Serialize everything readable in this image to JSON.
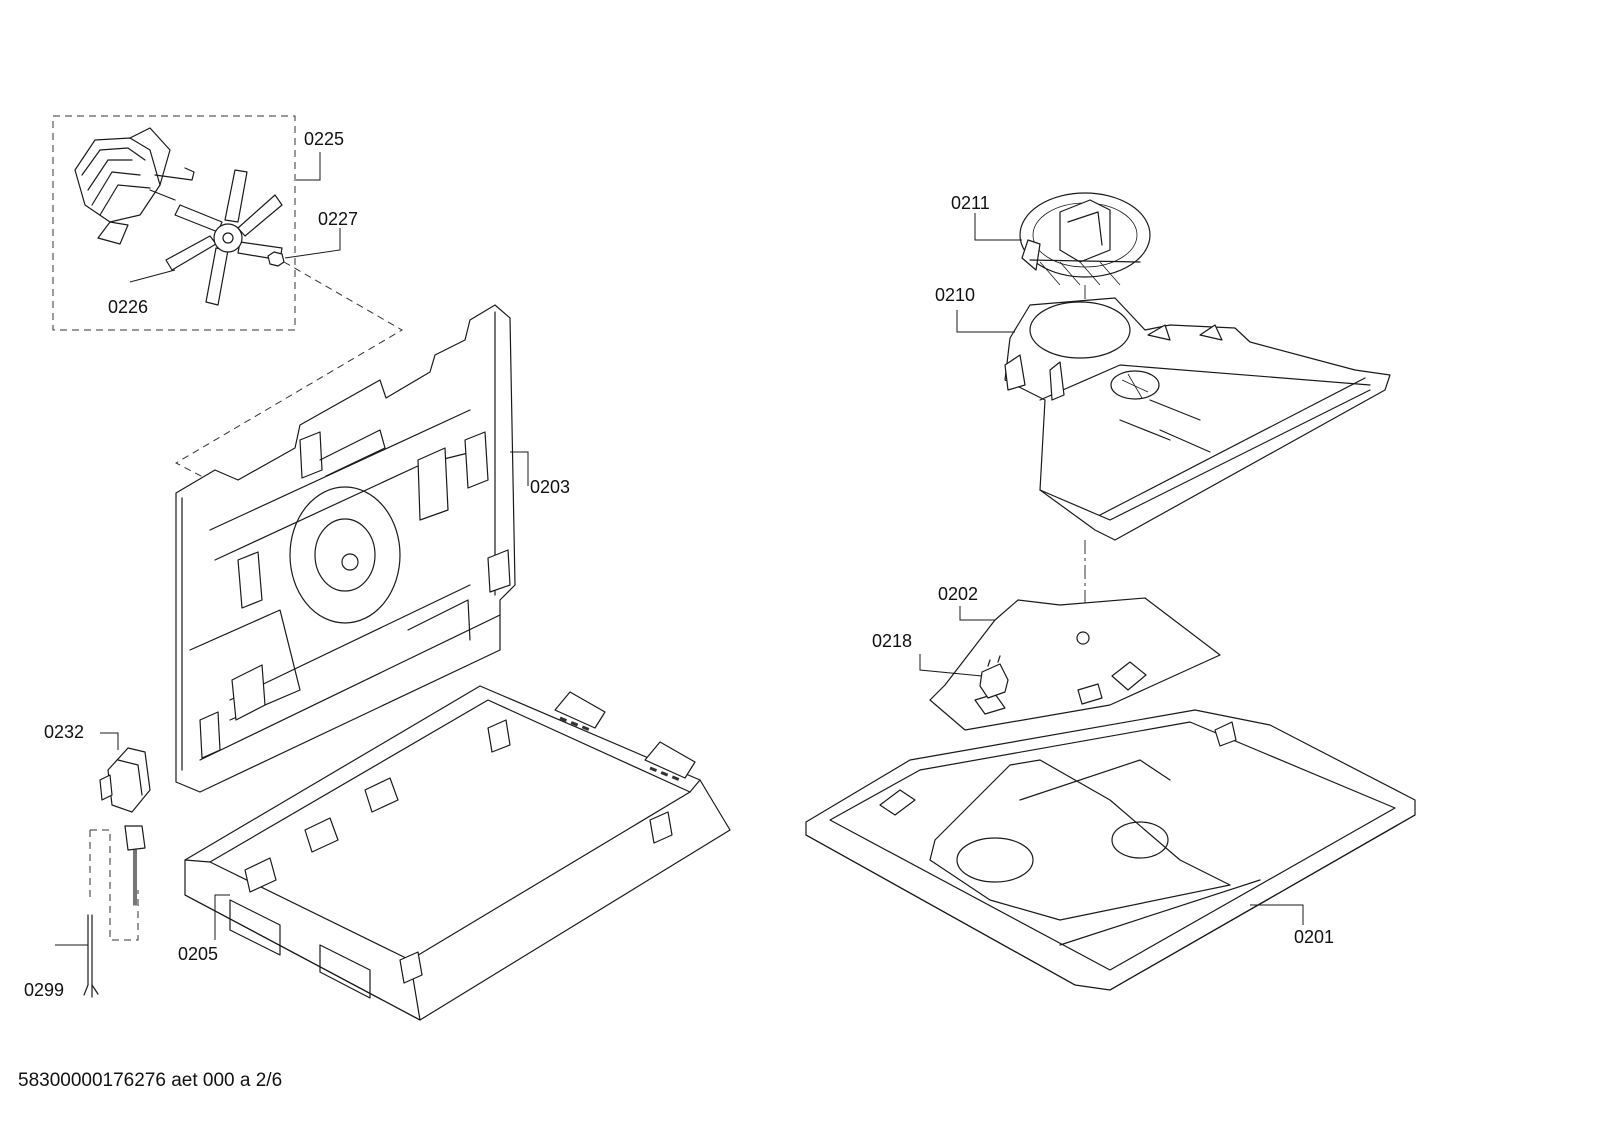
{
  "parts": {
    "p0225": "0225",
    "p0227": "0227",
    "p0226": "0226",
    "p0203": "0203",
    "p0232": "0232",
    "p0205": "0205",
    "p0299": "0299",
    "p0211": "0211",
    "p0210": "0210",
    "p0202": "0202",
    "p0218": "0218",
    "p0201": "0201"
  },
  "footer": {
    "document_id": "58300000176276 aet 000 a 2/6"
  }
}
